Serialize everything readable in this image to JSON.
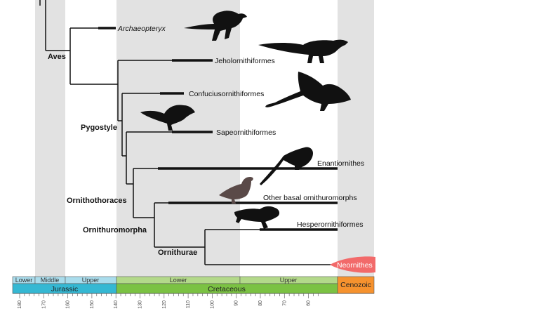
{
  "taxa": {
    "archaeopteryx": "Archaeopteryx",
    "jeholornithiformes": "Jeholornithiformes",
    "confuciusornithiformes": "Confuciusornithiformes",
    "sapeornithiformes": "Sapeornithiformes",
    "enantiornithes": "Enantiornithes",
    "other_basal": "Other basal ornithuromorphs",
    "hesperornithiformes": "Hesperornithiformes",
    "neornithes": "Neornithes"
  },
  "nodes": {
    "aves": "Aves",
    "pygostyle": "Pygostyle",
    "ornithothoraces": "Ornithothoraces",
    "ornithuromorpha": "Ornithuromorpha",
    "ornithurae": "Ornithurae"
  },
  "timescale": {
    "epochs": {
      "jurassic_lower": "Lower",
      "jurassic_middle": "Middle",
      "jurassic_upper": "Upper",
      "cretaceous_lower": "Lower",
      "cretaceous_upper": "Upper"
    },
    "periods": {
      "jurassic": "Jurassic",
      "cretaceous": "Cretaceous",
      "cenozoic": "Cenozoic"
    },
    "ticks": [
      "180",
      "170",
      "160",
      "150",
      "140",
      "130",
      "120",
      "110",
      "100",
      "90",
      "80",
      "70",
      "60"
    ]
  },
  "colors": {
    "jurassic": "#35b8d3",
    "jurassic_light": "#a9dcec",
    "cretaceous": "#7bc243",
    "cretaceous_light": "#b3d98a",
    "cenozoic": "#f6922e",
    "neornithes": "#f26a6a",
    "shade": "#e2e2e2"
  }
}
